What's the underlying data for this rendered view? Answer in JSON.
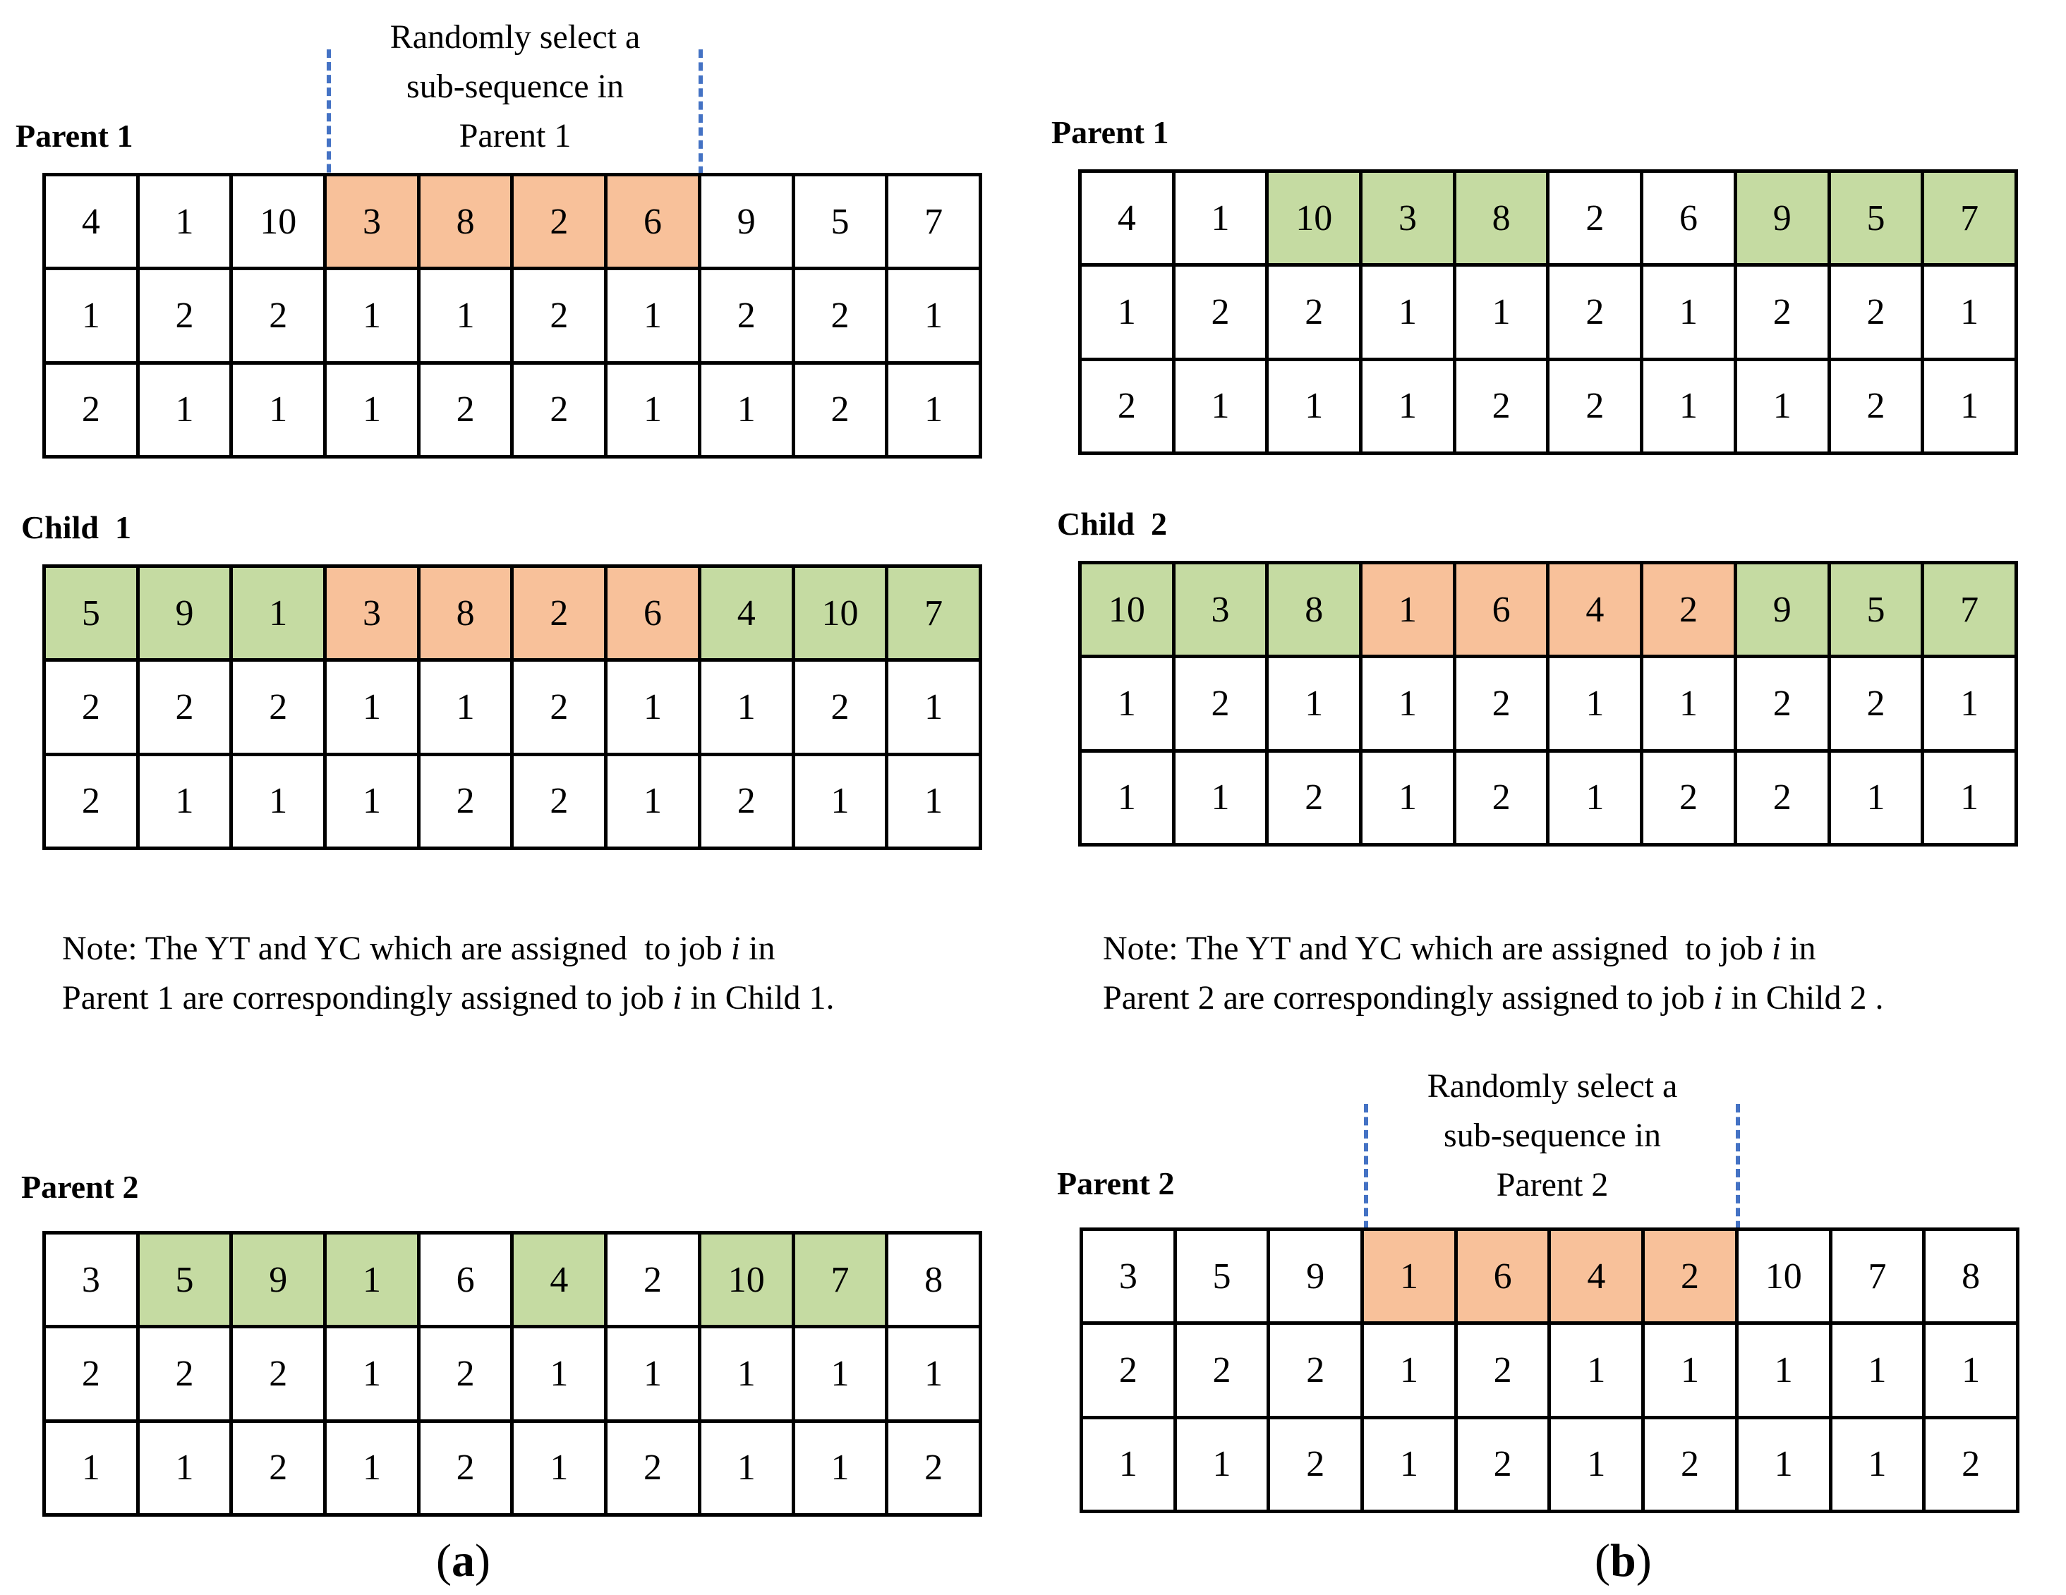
{
  "panel_a": {
    "select_text": [
      "Randomly select a",
      "sub-sequence in",
      "Parent 1"
    ],
    "parent1": {
      "label": "Parent 1",
      "rows": [
        [
          "4",
          "1",
          "10",
          "3",
          "8",
          "2",
          "6",
          "9",
          "5",
          "7"
        ],
        [
          "1",
          "2",
          "2",
          "1",
          "1",
          "2",
          "1",
          "2",
          "2",
          "1"
        ],
        [
          "2",
          "1",
          "1",
          "1",
          "2",
          "2",
          "1",
          "1",
          "2",
          "1"
        ]
      ],
      "highlight": [
        "",
        "",
        "",
        "orange",
        "orange",
        "orange",
        "orange",
        "",
        "",
        ""
      ]
    },
    "child": {
      "label": "Child  1",
      "rows": [
        [
          "5",
          "9",
          "1",
          "3",
          "8",
          "2",
          "6",
          "4",
          "10",
          "7"
        ],
        [
          "2",
          "2",
          "2",
          "1",
          "1",
          "2",
          "1",
          "1",
          "2",
          "1"
        ],
        [
          "2",
          "1",
          "1",
          "1",
          "2",
          "2",
          "1",
          "2",
          "1",
          "1"
        ]
      ],
      "highlight": [
        "green",
        "green",
        "green",
        "orange",
        "orange",
        "orange",
        "orange",
        "green",
        "green",
        "green"
      ]
    },
    "note": {
      "line1_a": "Note: The YT and YC which are assigned  to job ",
      "var": "i",
      "line1_b": " in",
      "line2_a": "Parent 1 are correspondingly assigned to job ",
      "line2_b": " in Child 1."
    },
    "parent2": {
      "label": "Parent 2",
      "rows": [
        [
          "3",
          "5",
          "9",
          "1",
          "6",
          "4",
          "2",
          "10",
          "7",
          "8"
        ],
        [
          "2",
          "2",
          "2",
          "1",
          "2",
          "1",
          "1",
          "1",
          "1",
          "1"
        ],
        [
          "1",
          "1",
          "2",
          "1",
          "2",
          "1",
          "2",
          "1",
          "1",
          "2"
        ]
      ],
      "highlight": [
        "",
        "green",
        "green",
        "green",
        "",
        "green",
        "",
        "green",
        "green",
        ""
      ]
    },
    "caption_open": "(",
    "caption_letter": "a",
    "caption_close": ")"
  },
  "panel_b": {
    "parent1": {
      "label": "Parent 1",
      "rows": [
        [
          "4",
          "1",
          "10",
          "3",
          "8",
          "2",
          "6",
          "9",
          "5",
          "7"
        ],
        [
          "1",
          "2",
          "2",
          "1",
          "1",
          "2",
          "1",
          "2",
          "2",
          "1"
        ],
        [
          "2",
          "1",
          "1",
          "1",
          "2",
          "2",
          "1",
          "1",
          "2",
          "1"
        ]
      ],
      "highlight": [
        "",
        "",
        "green",
        "green",
        "green",
        "",
        "",
        "green",
        "green",
        "green"
      ]
    },
    "child": {
      "label": "Child  2",
      "rows": [
        [
          "10",
          "3",
          "8",
          "1",
          "6",
          "4",
          "2",
          "9",
          "5",
          "7"
        ],
        [
          "1",
          "2",
          "1",
          "1",
          "2",
          "1",
          "1",
          "2",
          "2",
          "1"
        ],
        [
          "1",
          "1",
          "2",
          "1",
          "2",
          "1",
          "2",
          "2",
          "1",
          "1"
        ]
      ],
      "highlight": [
        "green",
        "green",
        "green",
        "orange",
        "orange",
        "orange",
        "orange",
        "green",
        "green",
        "green"
      ]
    },
    "note": {
      "line1_a": "Note: The YT and YC which are assigned  to job ",
      "var": "i",
      "line1_b": " in",
      "line2_a": "Parent 2 are correspondingly assigned to job ",
      "line2_b": " in Child 2 ."
    },
    "select_text": [
      "Randomly select a",
      "sub-sequence in",
      "Parent 2"
    ],
    "parent2": {
      "label": "Parent 2",
      "rows": [
        [
          "3",
          "5",
          "9",
          "1",
          "6",
          "4",
          "2",
          "10",
          "7",
          "8"
        ],
        [
          "2",
          "2",
          "2",
          "1",
          "2",
          "1",
          "1",
          "1",
          "1",
          "1"
        ],
        [
          "1",
          "1",
          "2",
          "1",
          "2",
          "1",
          "2",
          "1",
          "1",
          "2"
        ]
      ],
      "highlight": [
        "",
        "",
        "",
        "orange",
        "orange",
        "orange",
        "orange",
        "",
        "",
        ""
      ]
    },
    "caption_open": "(",
    "caption_letter": "b",
    "caption_close": ")"
  },
  "colors": {
    "orange": "#F8C19A",
    "green": "#C5DBA2",
    "dash": "#4472C4"
  }
}
